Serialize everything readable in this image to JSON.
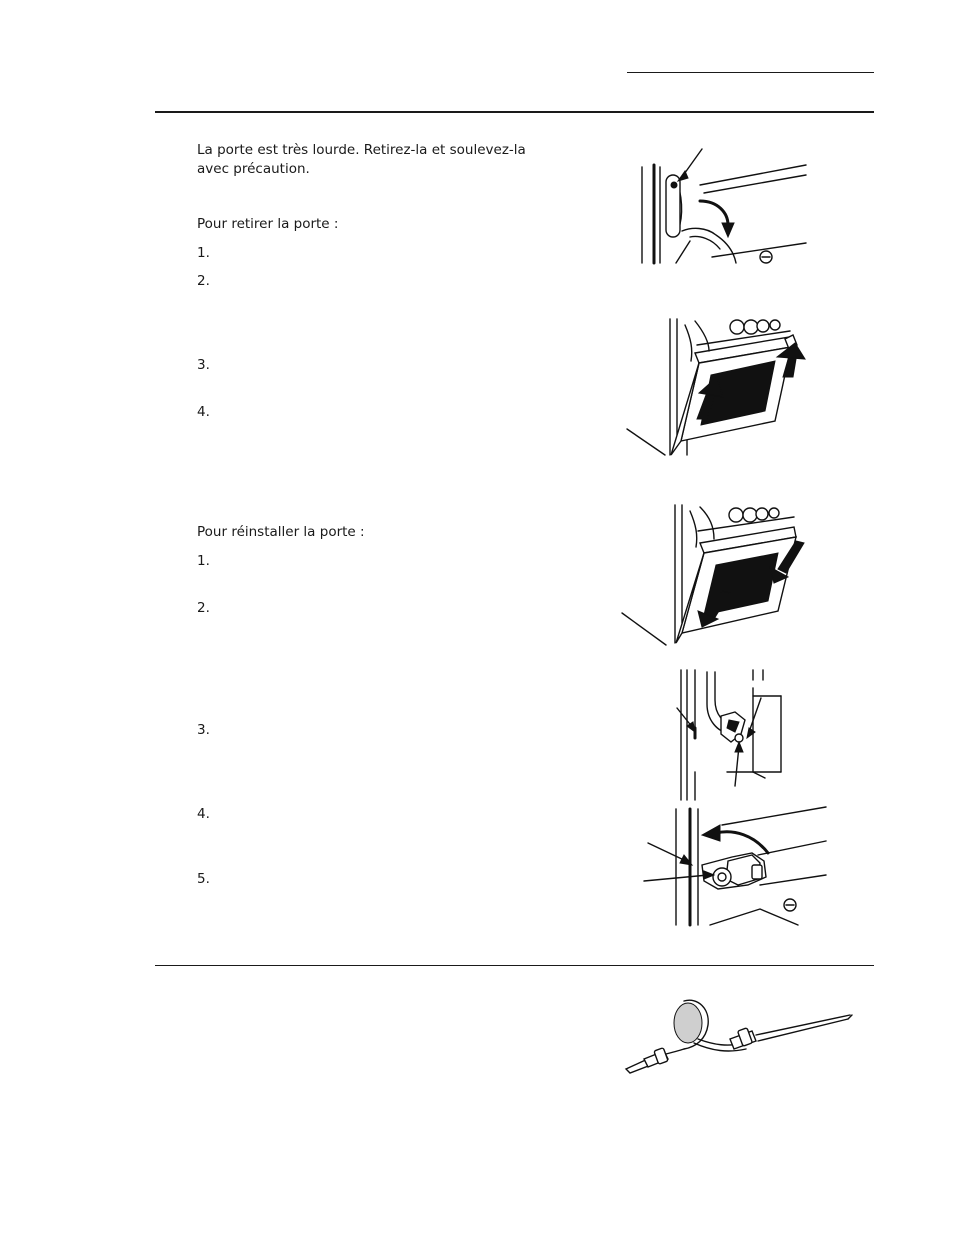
{
  "intro": {
    "warning_line1": "La porte est très lourde. Retirez-la et soulevez-la",
    "warning_line2": "avec précaution."
  },
  "removal": {
    "heading": "Pour retirer la porte :",
    "steps": [
      "1.",
      "2.",
      "3.",
      "4."
    ]
  },
  "reinstall": {
    "heading": "Pour réinstaller la porte :",
    "steps": [
      "1.",
      "2.",
      "3.",
      "4.",
      "5."
    ]
  },
  "illustrations": [
    "hinge-lock-icon",
    "door-lift-off-icon",
    "door-replace-icon",
    "hinge-slot-icon",
    "hinge-lock-close-icon",
    "meat-probe-icon"
  ]
}
